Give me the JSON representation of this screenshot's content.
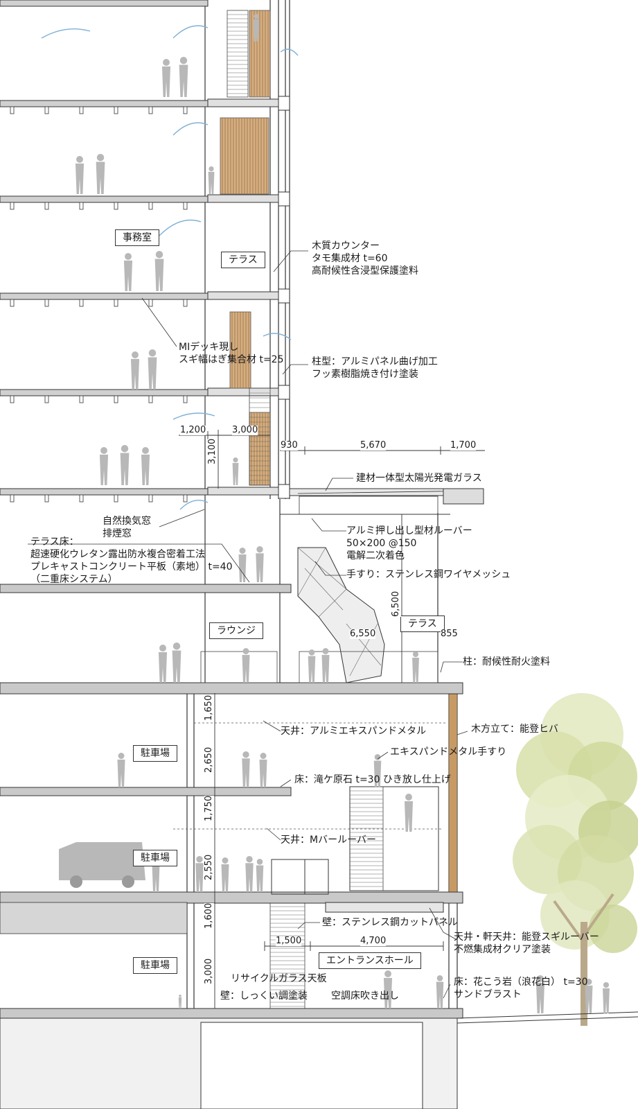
{
  "rooms": {
    "office": "事務室",
    "terrace_upper": "テラス",
    "lounge": "ラウンジ",
    "terrace_lower": "テラス",
    "parking_1": "駐車場",
    "parking_2": "駐車場",
    "parking_3": "駐車場",
    "entrance": "エントランスホール"
  },
  "annotations": {
    "wood_counter": [
      "木質カウンター",
      "タモ集成材 t=60",
      "高耐候性含浸型保護塗料"
    ],
    "mi_deck": [
      "MIデッキ現し",
      "スギ幅はぎ集合材 t=25"
    ],
    "column_shape": [
      "柱型：アルミパネル曲げ加工",
      "フッ素樹脂焼き付け塗装"
    ],
    "pv_glass": [
      "建材一体型太陽光発電ガラス"
    ],
    "natural_vent": [
      "自然換気窓",
      "排煙窓"
    ],
    "terrace_floor": [
      "テラス床：",
      "超速硬化ウレタン露出防水複合密着工法",
      "プレキャストコンクリート平板（素地） t=40",
      "（二重床システム）"
    ],
    "alu_louver": [
      "アルミ押し出し型材ルーバー",
      "50×200 @150",
      "電解二次着色"
    ],
    "handrail": [
      "手すり：ステンレス鋼ワイヤメッシュ"
    ],
    "column_fire": [
      "柱：耐候性耐火塗料"
    ],
    "ceiling_expanded": [
      "天井：アルミエキスパンドメタル"
    ],
    "mullion": [
      "木方立て：能登ヒバ"
    ],
    "expanded_rail": [
      "エキスパンドメタル手すり"
    ],
    "floor_stone": [
      "床：滝ケ原石 t=30 ひき放し仕上げ"
    ],
    "ceiling_m_louver": [
      "天井：Mバールーバー"
    ],
    "wall_steel": [
      "壁：ステンレス鋼カットパネル"
    ],
    "ceiling_eaves": [
      "天井・軒天井：能登スギルーバー",
      "不燃集成材クリア塗装"
    ],
    "recycled_glass": [
      "リサイクルガラス天板"
    ],
    "wall_plaster": [
      "壁：しっくい調塗装"
    ],
    "ac_outlet": [
      "空調床吹き出し"
    ],
    "floor_granite": [
      "床：花こう岩（浪花白） t=30",
      "サンドブラスト"
    ]
  },
  "dimensions": {
    "d1200": "1,200",
    "d3000": "3,000",
    "d3100": "3,100",
    "d930": "930",
    "d5670": "5,670",
    "d1700": "1,700",
    "d6500": "6,500",
    "d6550": "6,550",
    "d855": "855",
    "d1650": "1,650",
    "d2650": "2,650",
    "d1750": "1,750",
    "d2550": "2,550",
    "d1600": "1,600",
    "d3000b": "3,000",
    "d1500": "1,500",
    "d4700": "4,700"
  },
  "colors": {
    "line": "#333333",
    "slab_fill": "#c9c9c9",
    "wood": "#c89a63",
    "glass_blue": "#7fb0d6",
    "people": "#b8b8b8",
    "tree_light": "#dfe6b8",
    "tree_dark": "#b7c485"
  }
}
